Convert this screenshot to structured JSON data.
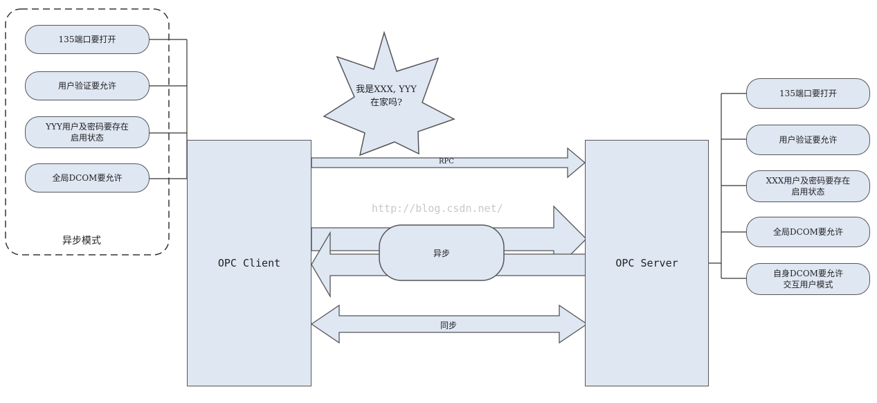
{
  "left_group": {
    "items": [
      "135端口要打开",
      "用户验证要允许",
      "YYY用户及密码要存在\n启用状态",
      "全局DCOM要允许"
    ],
    "mode_label": "异步模式"
  },
  "right_group": {
    "items": [
      "135端口要打开",
      "用户验证要允许",
      "XXX用户及密码要存在\n启用状态",
      "全局DCOM要允许",
      "自身DCOM要允许\n交互用户模式"
    ]
  },
  "client": {
    "label": "OPC Client"
  },
  "server": {
    "label": "OPC Server"
  },
  "star": {
    "text": "我是XXX, YYY\n在家吗?"
  },
  "arrows": {
    "rpc": "RPC",
    "async": "异步",
    "sync": "同步"
  },
  "watermark": "http://blog.csdn.net/",
  "colors": {
    "fill": "#dfe7f3",
    "stroke": "#555555"
  }
}
